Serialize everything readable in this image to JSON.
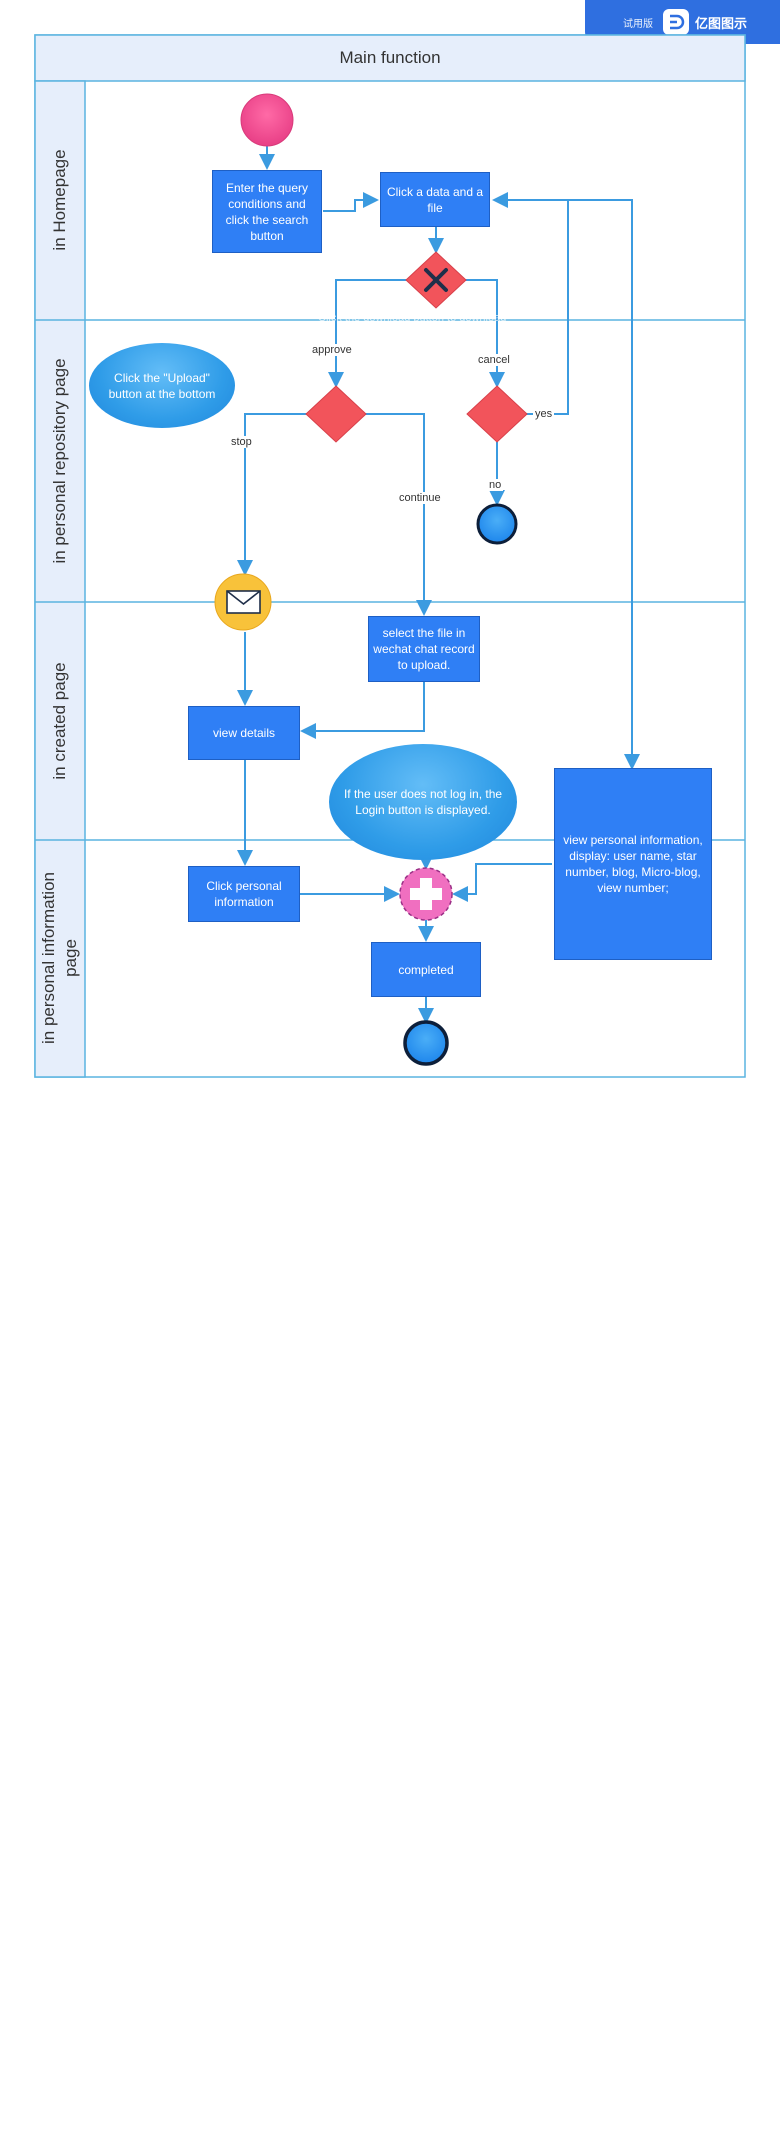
{
  "badge": {
    "trial": "试用版",
    "brand": "亿图图示"
  },
  "diagram": {
    "title": "Main function",
    "lanes": [
      "in Homepage",
      "in personal repository page",
      "in created page",
      "in personal information page"
    ],
    "nodes": {
      "query": "Enter the query conditions and click the search button",
      "click_data": "Click a data and a file",
      "upload_hint": "Click the \"Upload\" button at the bottom",
      "select_file": "select the file in wechat chat record to upload.",
      "view_details": "view details",
      "login_note": "If the user does not log in, the Login button is displayed.",
      "personal_info": "view personal information, display: user name, star number, blog, Micro-blog, view number;",
      "click_personal": "Click personal information",
      "completed": "completed"
    },
    "edges": {
      "approve": "approve",
      "cancel": "cancel",
      "stop": "stop",
      "continue": "continue",
      "yes": "yes",
      "no": "no"
    },
    "faded_text": "Click the download button to download"
  },
  "colors": {
    "lane_header": "#e6eefb",
    "border": "#5ab4e0",
    "process": "#2f7ff5",
    "decision": "#f2545b",
    "start": "#f0508f",
    "end": "#1e90f0",
    "merge": "#f06fc0",
    "message": "#f8c23a",
    "edge": "#3b9be0"
  }
}
